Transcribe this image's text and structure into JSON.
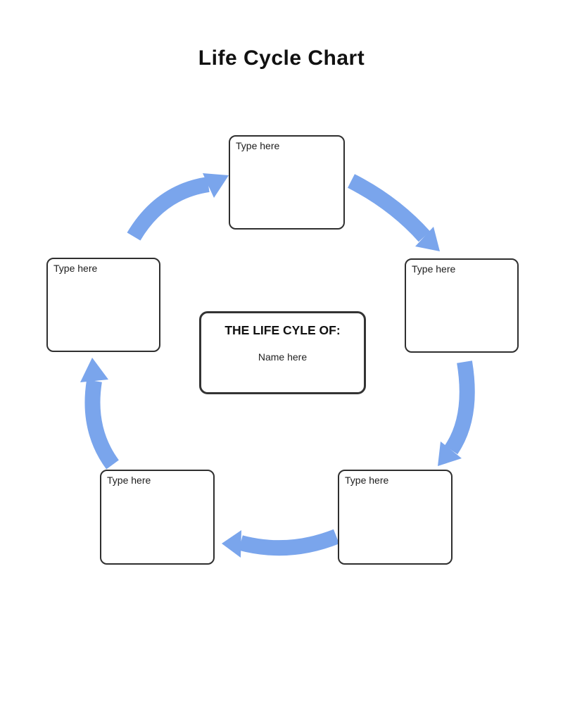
{
  "page": {
    "title": "Life Cycle Chart"
  },
  "center_box": {
    "heading": "THE LIFE CYLE OF:",
    "name_placeholder": "Name here"
  },
  "stages": [
    {
      "position": "top",
      "label": "Type here"
    },
    {
      "position": "right",
      "label": "Type here"
    },
    {
      "position": "bottom-right",
      "label": "Type here"
    },
    {
      "position": "bottom-left",
      "label": "Type here"
    },
    {
      "position": "left",
      "label": "Type here"
    }
  ],
  "cycle_arrows": [
    {
      "from": "left",
      "to": "top"
    },
    {
      "from": "top",
      "to": "right"
    },
    {
      "from": "right",
      "to": "bottom-right"
    },
    {
      "from": "bottom-right",
      "to": "bottom-left"
    },
    {
      "from": "bottom-left",
      "to": "left"
    }
  ],
  "colors": {
    "arrow_blue": "#7aa5ec",
    "box_border": "#2f2f2f",
    "center_border": "#333333",
    "text": "#1b1b1b"
  }
}
